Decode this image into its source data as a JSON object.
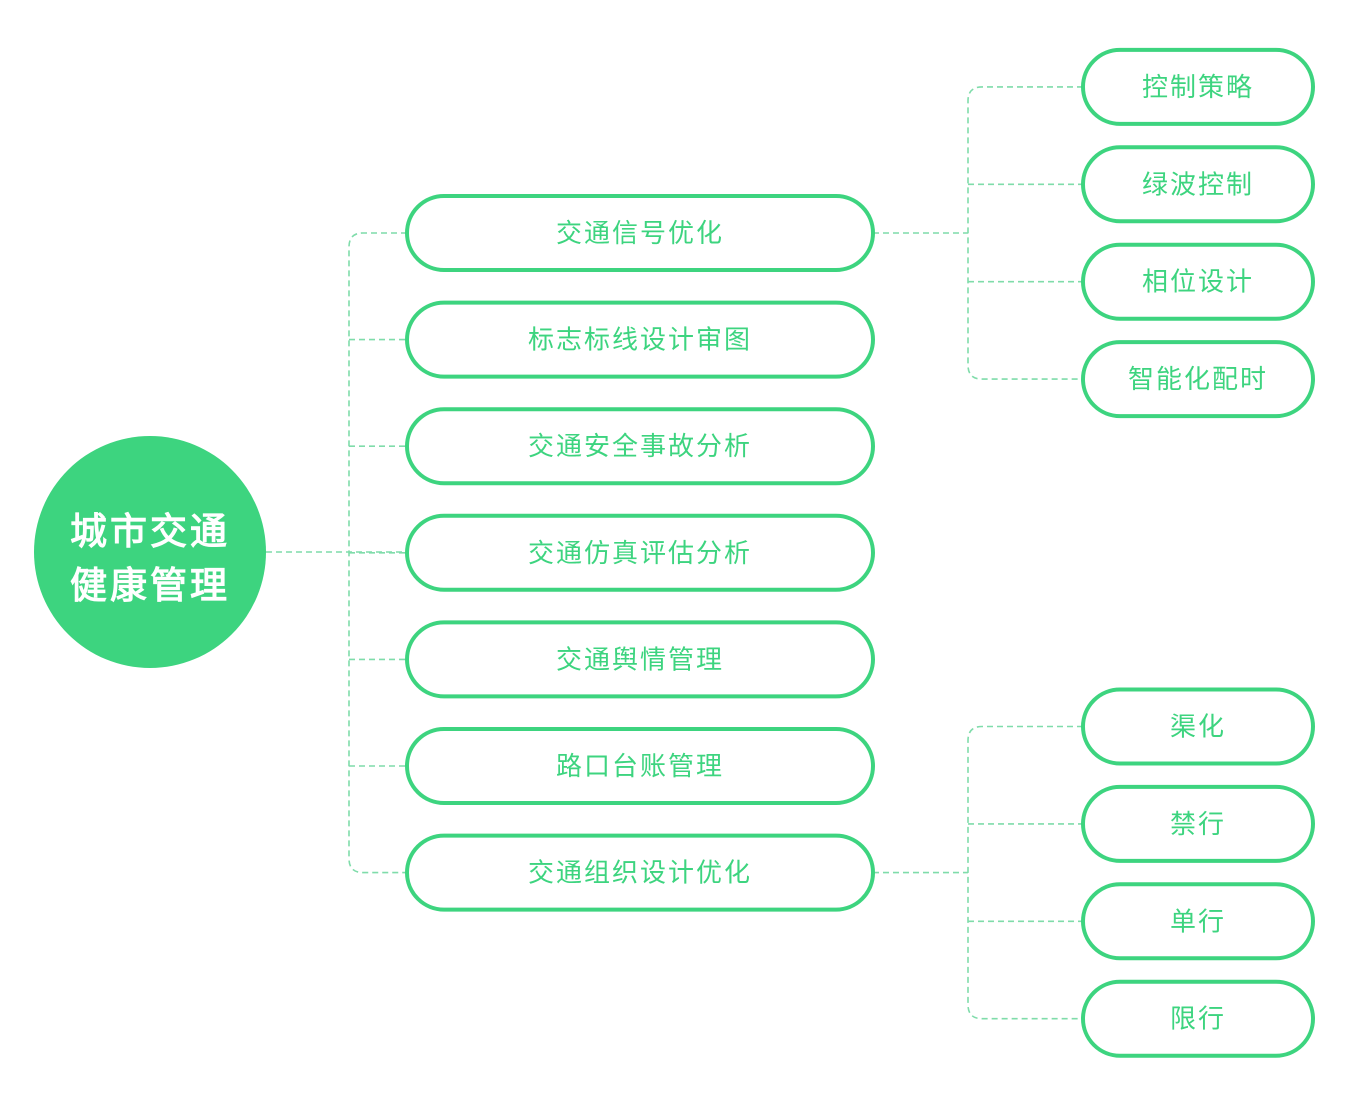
{
  "colors": {
    "accent": "#3dd47f",
    "connector": "#7fdcaa",
    "background": "#ffffff"
  },
  "root": {
    "line1": "城市交通",
    "line2": "健康管理"
  },
  "branches": [
    {
      "label": "交通信号优化",
      "children": [
        "控制策略",
        "绿波控制",
        "相位设计",
        "智能化配时"
      ]
    },
    {
      "label": "标志标线设计审图",
      "children": []
    },
    {
      "label": "交通安全事故分析",
      "children": []
    },
    {
      "label": "交通仿真评估分析",
      "children": []
    },
    {
      "label": "交通舆情管理",
      "children": []
    },
    {
      "label": "路口台账管理",
      "children": []
    },
    {
      "label": "交通组织设计优化",
      "children": [
        "渠化",
        "禁行",
        "单行",
        "限行"
      ]
    }
  ]
}
